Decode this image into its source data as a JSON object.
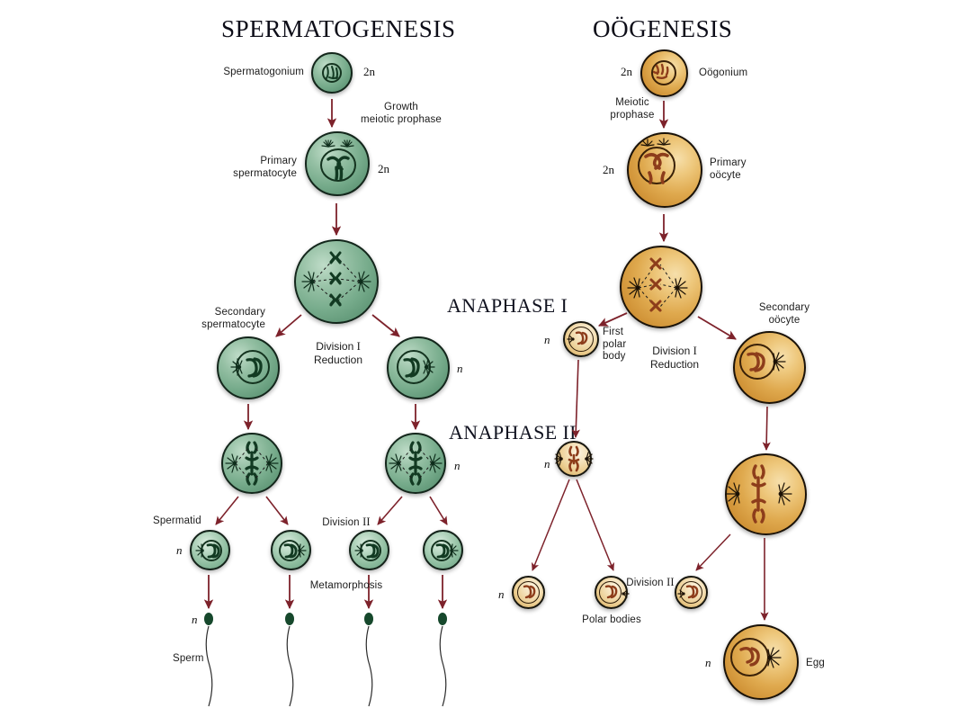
{
  "headers": {
    "left": "SPERMATOGENESIS",
    "right": "OÖGENESIS"
  },
  "stage_labels": {
    "anaphase_1": "ANAPHASE I",
    "anaphase_2": "ANAPHASE II"
  },
  "spermatogenesis": {
    "cells": [
      {
        "name": "Spermatogonium",
        "ploidy": "2n",
        "label": "Spermatogonium"
      },
      {
        "name": "Primary spermatocyte",
        "ploidy": "2n",
        "label": "Primary\nspermatocyte"
      },
      {
        "name": "Meiosis I metaphase cell",
        "ploidy": "",
        "label": ""
      },
      {
        "name": "Secondary spermatocyte left",
        "ploidy": "",
        "label": "Secondary\nspermatocyte"
      },
      {
        "name": "Secondary spermatocyte right",
        "ploidy": "n",
        "label": ""
      },
      {
        "name": "Anaphase II cell left",
        "ploidy": "",
        "label": ""
      },
      {
        "name": "Anaphase II cell right",
        "ploidy": "n",
        "label": ""
      },
      {
        "name": "Spermatid 1",
        "ploidy": "n",
        "label": "Spermatid"
      },
      {
        "name": "Spermatid 2",
        "ploidy": "",
        "label": ""
      },
      {
        "name": "Spermatid 3",
        "ploidy": "",
        "label": ""
      },
      {
        "name": "Spermatid 4",
        "ploidy": "",
        "label": ""
      }
    ],
    "transitions": [
      "Growth\nmeiotic prophase",
      "Division I\nReduction",
      "Division II",
      "Metamorphosis"
    ],
    "sperm": {
      "label": "Sperm",
      "ploidy": "n",
      "count": 4
    }
  },
  "oogenesis": {
    "cells": [
      {
        "name": "Oögonium",
        "ploidy": "2n",
        "label": "Oögonium"
      },
      {
        "name": "Primary oöcyte",
        "ploidy": "2n",
        "label": "Primary\noöcyte"
      },
      {
        "name": "Meiosis I metaphase oocyte",
        "ploidy": "",
        "label": ""
      },
      {
        "name": "First polar body",
        "ploidy": "n",
        "label": "First\npolar\nbody"
      },
      {
        "name": "Secondary oöcyte",
        "ploidy": "",
        "label": "Secondary\noöcyte"
      },
      {
        "name": "Anaphase II polar body",
        "ploidy": "n",
        "label": ""
      },
      {
        "name": "Anaphase II oocyte",
        "ploidy": "",
        "label": ""
      },
      {
        "name": "Polar body 1",
        "ploidy": "n",
        "label": ""
      },
      {
        "name": "Polar body 2",
        "ploidy": "",
        "label": "Polar bodies"
      },
      {
        "name": "Polar body 3",
        "ploidy": "",
        "label": ""
      },
      {
        "name": "Egg",
        "ploidy": "n",
        "label": "Egg"
      }
    ],
    "transitions": [
      "Meiotic\nprophase",
      "Division I\nReduction",
      "Division II"
    ]
  },
  "colors": {
    "sperm_cell": "#76ab8b",
    "egg_cell": "#dfa94e",
    "arrow": "#7d222b",
    "chromosome_green": "#123a22",
    "chromosome_orange": "#8d3d1b",
    "text": "#1b1b1b"
  }
}
